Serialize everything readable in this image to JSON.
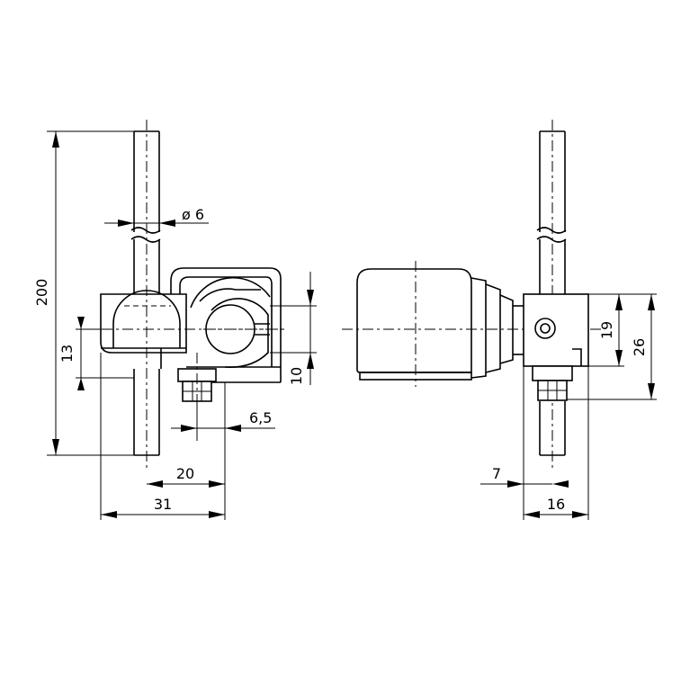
{
  "dimensions": {
    "height_total": "200",
    "rod_diameter": "ø 6",
    "height_13": "13",
    "offset_6_5": "6,5",
    "width_20": "20",
    "width_31": "31",
    "height_10": "10",
    "height_19": "19",
    "height_26": "26",
    "width_7": "7",
    "width_16": "16"
  }
}
